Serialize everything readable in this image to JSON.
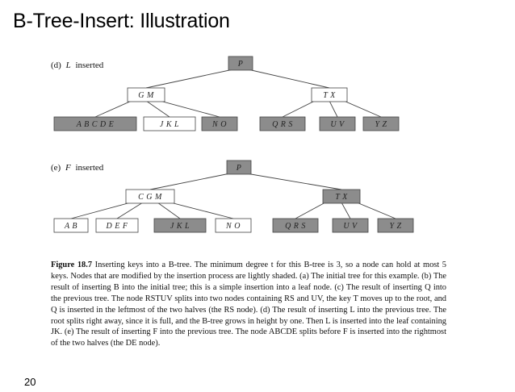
{
  "slide": {
    "title": "B-Tree-Insert: Illustration",
    "page_number": "20"
  },
  "colors": {
    "shaded_node": "#8c8c8c",
    "light_node": "#ffffff",
    "edge": "#444444"
  },
  "panels": [
    {
      "label_prefix": "(d)",
      "label_var": "L",
      "label_rest": "inserted",
      "nodes": [
        {
          "keys": "P",
          "shaded": true
        },
        {
          "keys": "G M",
          "shaded": false
        },
        {
          "keys": "T X",
          "shaded": false
        },
        {
          "keys": "A B C D E",
          "shaded": true
        },
        {
          "keys": "J K L",
          "shaded": false
        },
        {
          "keys": "N O",
          "shaded": true
        },
        {
          "keys": "Q R S",
          "shaded": true
        },
        {
          "keys": "U V",
          "shaded": true
        },
        {
          "keys": "Y Z",
          "shaded": true
        }
      ]
    },
    {
      "label_prefix": "(e)",
      "label_var": "F",
      "label_rest": "inserted",
      "nodes": [
        {
          "keys": "P",
          "shaded": true
        },
        {
          "keys": "C G M",
          "shaded": false
        },
        {
          "keys": "T X",
          "shaded": true
        },
        {
          "keys": "A B",
          "shaded": false
        },
        {
          "keys": "D E F",
          "shaded": false
        },
        {
          "keys": "J K L",
          "shaded": true
        },
        {
          "keys": "N O",
          "shaded": false
        },
        {
          "keys": "Q R S",
          "shaded": true
        },
        {
          "keys": "U V",
          "shaded": true
        },
        {
          "keys": "Y Z",
          "shaded": true
        }
      ]
    }
  ],
  "caption": {
    "figure_label": "Figure 18.7",
    "text": "Inserting keys into a B-tree. The minimum degree t for this B-tree is 3, so a node can hold at most 5 keys. Nodes that are modified by the insertion process are lightly shaded. (a) The initial tree for this example. (b) The result of inserting B into the initial tree; this is a simple insertion into a leaf node. (c) The result of inserting Q into the previous tree. The node RSTUV splits into two nodes containing RS and UV, the key T moves up to the root, and Q is inserted in the leftmost of the two halves (the RS node). (d) The result of inserting L into the previous tree. The root splits right away, since it is full, and the B-tree grows in height by one. Then L is inserted into the leaf containing JK. (e) The result of inserting F into the previous tree. The node ABCDE splits before F is inserted into the rightmost of the two halves (the DE node)."
  }
}
